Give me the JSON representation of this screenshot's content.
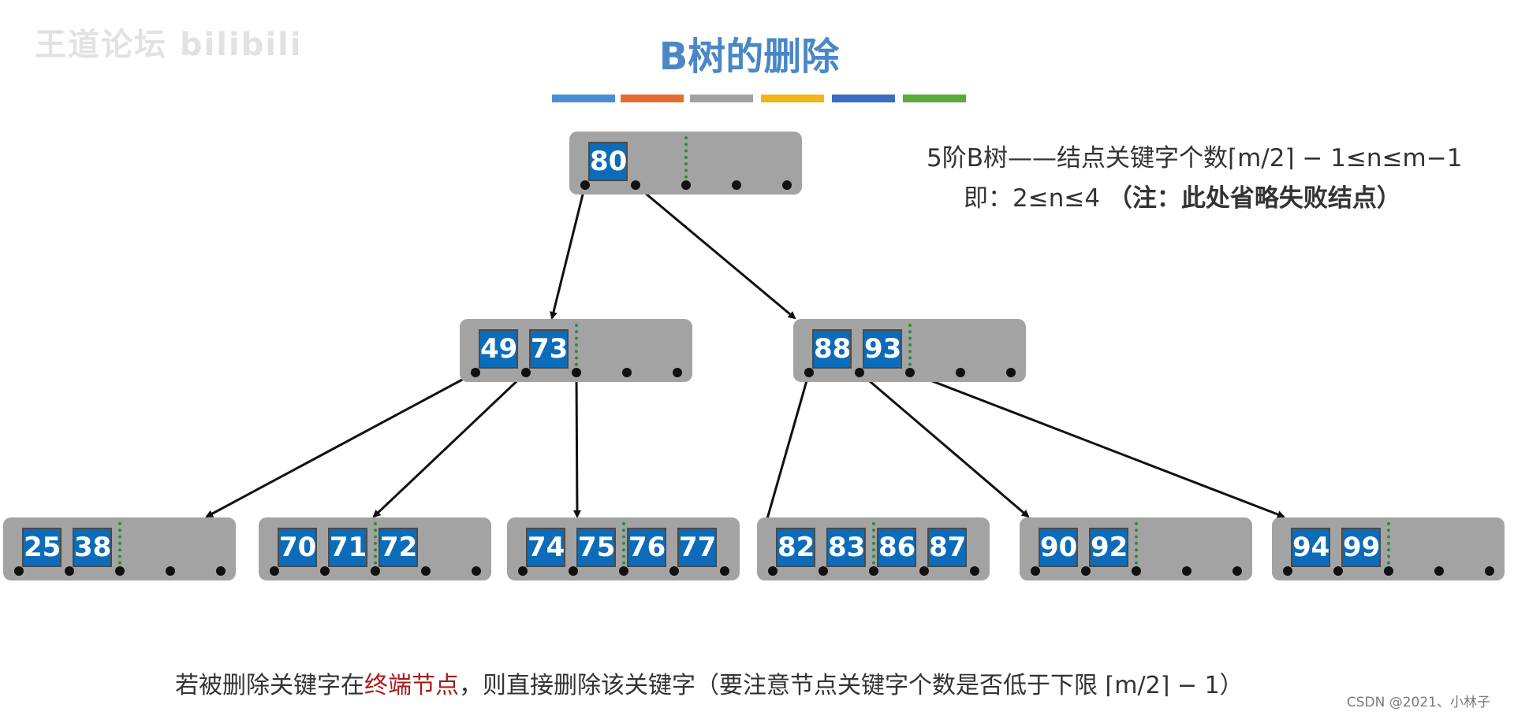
{
  "watermark": "王道论坛 bilibili",
  "title": "B树的删除",
  "color_strip": [
    "#4a8fd6",
    "#e46e2e",
    "#a2a2a2",
    "#f2b51b",
    "#3a6cc0",
    "#5aa93c"
  ],
  "colors": {
    "node_fill": "#a3a3a3",
    "key_fill": "#0c6cb9",
    "key_text": "#ffffff",
    "divider": "#2f8a3c",
    "pointer": "#111111",
    "highlight": "#a51c1c"
  },
  "tree": {
    "nodes": [
      {
        "id": "root",
        "keys": [
          "80"
        ]
      },
      {
        "id": "left",
        "keys": [
          "49",
          "73"
        ]
      },
      {
        "id": "right",
        "keys": [
          "88",
          "93"
        ]
      },
      {
        "id": "leaf1",
        "keys": [
          "25",
          "38"
        ]
      },
      {
        "id": "leaf2",
        "keys": [
          "70",
          "71",
          "72"
        ]
      },
      {
        "id": "leaf3",
        "keys": [
          "74",
          "75",
          "76",
          "77"
        ]
      },
      {
        "id": "leaf4",
        "keys": [
          "82",
          "83",
          "86",
          "87"
        ]
      },
      {
        "id": "leaf5",
        "keys": [
          "90",
          "92"
        ]
      },
      {
        "id": "leaf6",
        "keys": [
          "94",
          "99"
        ]
      }
    ],
    "edges": [
      {
        "from": "root",
        "pointer": 0,
        "to": "left"
      },
      {
        "from": "root",
        "pointer": 1,
        "to": "right"
      },
      {
        "from": "left",
        "pointer": 0,
        "to": "leaf1"
      },
      {
        "from": "left",
        "pointer": 1,
        "to": "leaf2"
      },
      {
        "from": "left",
        "pointer": 2,
        "to": "leaf3"
      },
      {
        "from": "right",
        "pointer": 0,
        "to": "leaf4"
      },
      {
        "from": "right",
        "pointer": 1,
        "to": "leaf5"
      },
      {
        "from": "right",
        "pointer": 2,
        "to": "leaf6"
      }
    ]
  },
  "notes": {
    "line1": "5阶B树——结点关键字个数⌈m/2⌉ − 1≤n≤m−1",
    "line2_plain": "即：2≤n≤4 ",
    "line2_bold": "（注：此处省略失败结点）"
  },
  "caption": {
    "before": "若被删除关键字在",
    "highlight": "终端节点",
    "after": "，则直接删除该关键字（要注意节点关键字个数是否低于下限 ⌈m/2⌉ − 1）"
  },
  "csdn": "CSDN @2021、小林子"
}
